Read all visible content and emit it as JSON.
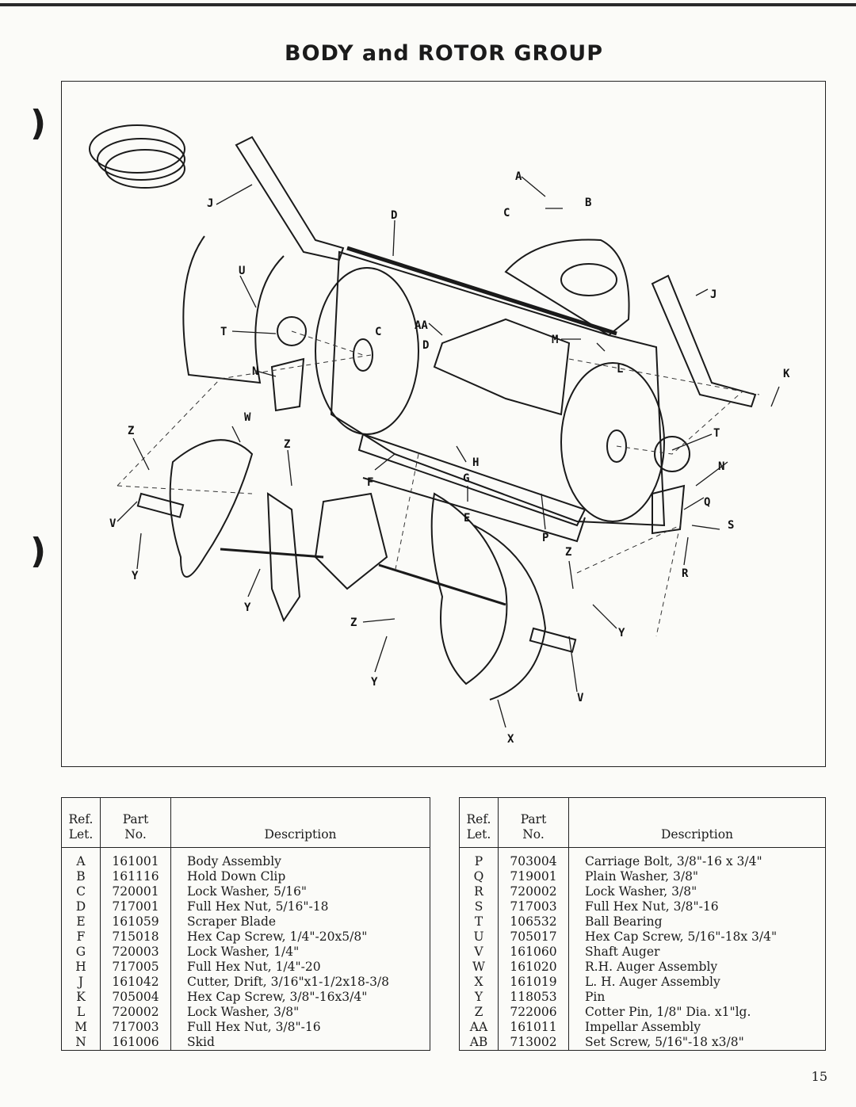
{
  "page": {
    "title": "BODY and ROTOR GROUP",
    "page_number": "15"
  },
  "diagram": {
    "callouts": [
      "A",
      "B",
      "C",
      "D",
      "J",
      "U",
      "T",
      "N",
      "C",
      "D",
      "AA",
      "M",
      "L",
      "K",
      "J",
      "Z",
      "W",
      "Z",
      "H",
      "F",
      "G",
      "E",
      "P",
      "T",
      "N",
      "Q",
      "S",
      "R",
      "Z",
      "V",
      "Y",
      "Y",
      "Z",
      "Y",
      "Y",
      "V",
      "X"
    ]
  },
  "table_headers": {
    "ref_line1": "Ref.",
    "ref_line2": "Let.",
    "part_line1": "Part",
    "part_line2": "No.",
    "description": "Description"
  },
  "parts_left": [
    {
      "ref": "A",
      "part": "161001",
      "desc": "Body Assembly"
    },
    {
      "ref": "B",
      "part": "161116",
      "desc": "Hold Down Clip"
    },
    {
      "ref": "C",
      "part": "720001",
      "desc": "Lock Washer, 5/16\""
    },
    {
      "ref": "D",
      "part": "717001",
      "desc": "Full Hex Nut, 5/16\"-18"
    },
    {
      "ref": "E",
      "part": "161059",
      "desc": "Scraper Blade"
    },
    {
      "ref": "F",
      "part": "715018",
      "desc": "Hex Cap Screw, 1/4\"-20x5/8\""
    },
    {
      "ref": "G",
      "part": "720003",
      "desc": "Lock Washer, 1/4\""
    },
    {
      "ref": "H",
      "part": "717005",
      "desc": "Full Hex Nut, 1/4\"-20"
    },
    {
      "ref": "J",
      "part": "161042",
      "desc": "Cutter, Drift, 3/16\"x1-1/2x18-3/8"
    },
    {
      "ref": "K",
      "part": "705004",
      "desc": "Hex Cap Screw, 3/8\"-16x3/4\""
    },
    {
      "ref": "L",
      "part": "720002",
      "desc": "Lock Washer, 3/8\""
    },
    {
      "ref": "M",
      "part": "717003",
      "desc": "Full Hex Nut, 3/8\"-16"
    },
    {
      "ref": "N",
      "part": "161006",
      "desc": "Skid"
    }
  ],
  "parts_right": [
    {
      "ref": "P",
      "part": "703004",
      "desc": "Carriage Bolt, 3/8\"-16 x 3/4\""
    },
    {
      "ref": "Q",
      "part": "719001",
      "desc": "Plain Washer, 3/8\""
    },
    {
      "ref": "R",
      "part": "720002",
      "desc": "Lock Washer, 3/8\""
    },
    {
      "ref": "S",
      "part": "717003",
      "desc": "Full Hex Nut, 3/8\"-16"
    },
    {
      "ref": "T",
      "part": "106532",
      "desc": "Ball Bearing"
    },
    {
      "ref": "U",
      "part": "705017",
      "desc": "Hex Cap Screw, 5/16\"-18x 3/4\""
    },
    {
      "ref": "V",
      "part": "161060",
      "desc": "Shaft Auger"
    },
    {
      "ref": "W",
      "part": "161020",
      "desc": "R.H. Auger Assembly"
    },
    {
      "ref": "X",
      "part": "161019",
      "desc": "L. H. Auger Assembly"
    },
    {
      "ref": "Y",
      "part": "118053",
      "desc": "Pin"
    },
    {
      "ref": "Z",
      "part": "722006",
      "desc": "Cotter Pin, 1/8\" Dia. x1\"lg."
    },
    {
      "ref": "AA",
      "part": "161011",
      "desc": "Impellar Assembly"
    },
    {
      "ref": "AB",
      "part": "713002",
      "desc": "Set Screw, 5/16\"-18 x3/8\""
    }
  ]
}
